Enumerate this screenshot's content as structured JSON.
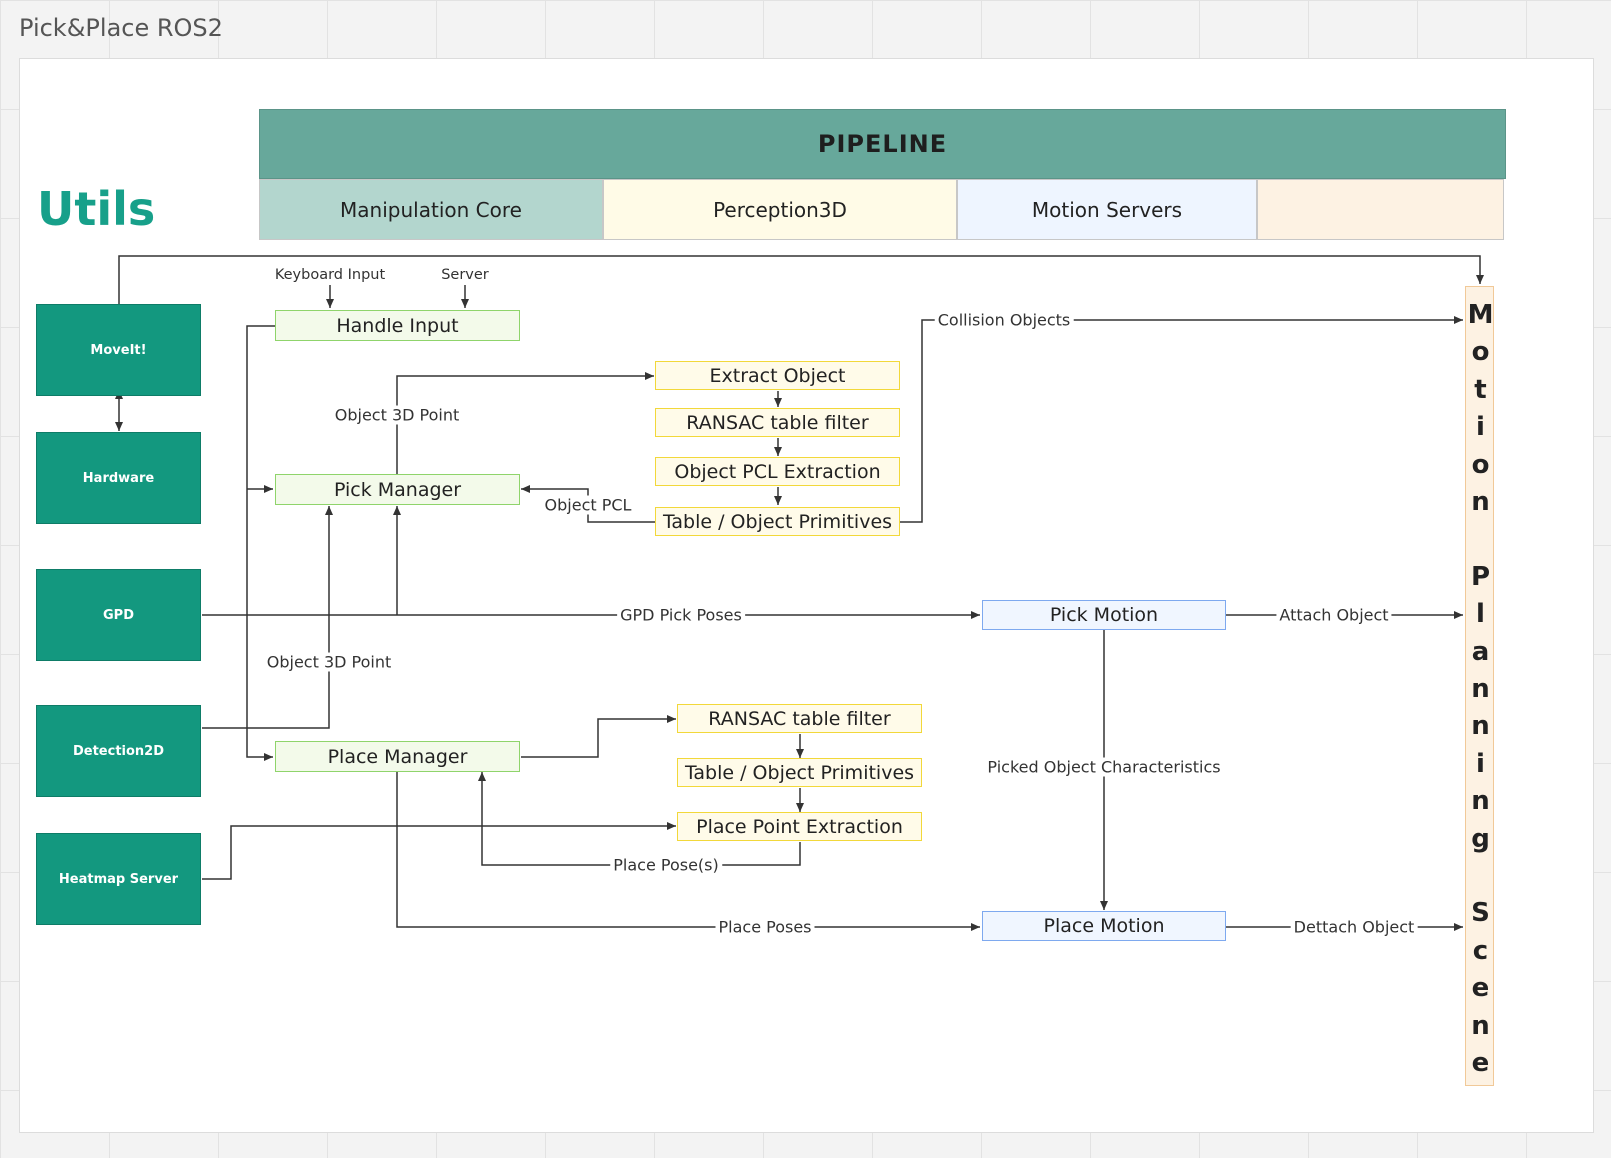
{
  "frame_title": "Pick&Place ROS2",
  "utils_title": "Utils",
  "pipeline": {
    "header": "PIPELINE",
    "lanes": [
      {
        "label": "Manipulation Core",
        "color": "#b3d6ce"
      },
      {
        "label": "Perception3D",
        "color": "#fffbe7"
      },
      {
        "label": "Motion Servers",
        "color": "#eef5ff"
      },
      {
        "label": "",
        "color": "#fdf2e3"
      }
    ]
  },
  "utils": [
    {
      "label": "MoveIt!"
    },
    {
      "label": "Hardware"
    },
    {
      "label": "GPD"
    },
    {
      "label": "Detection2D"
    },
    {
      "label": "Heatmap Server"
    }
  ],
  "core_nodes": {
    "handle_input": "Handle Input",
    "pick_manager": "Pick Manager",
    "place_manager": "Place Manager"
  },
  "perception_nodes": {
    "extract_object": "Extract Object",
    "ransac_pick": "RANSAC table filter",
    "object_pcl_extraction": "Object PCL Extraction",
    "primitives_pick": "Table / Object Primitives",
    "ransac_place": "RANSAC table filter",
    "primitives_place": "Table / Object Primitives",
    "place_point_extraction": "Place Point Extraction"
  },
  "motion_nodes": {
    "pick_motion": "Pick Motion",
    "place_motion": "Place Motion"
  },
  "motion_planning_scene": [
    "M",
    "o",
    "t",
    "i",
    "o",
    "n",
    "",
    "P",
    "l",
    "a",
    "n",
    "n",
    "i",
    "n",
    "g",
    "",
    "S",
    "c",
    "e",
    "n",
    "e"
  ],
  "edge_labels": {
    "keyboard_input": "Keyboard Input",
    "server": "Server",
    "object_3d_point_top": "Object 3D Point",
    "object_pcl": "Object PCL",
    "collision_objects": "Collision Objects",
    "gpd_pick_poses": "GPD Pick Poses",
    "attach_object": "Attach Object",
    "object_3d_point_mid": "Object 3D Point",
    "picked_object_characteristics": "Picked Object Characteristics",
    "place_poses_feedback": "Place Pose(s)",
    "place_poses": "Place Poses",
    "dettach_object": "Dettach Object"
  }
}
